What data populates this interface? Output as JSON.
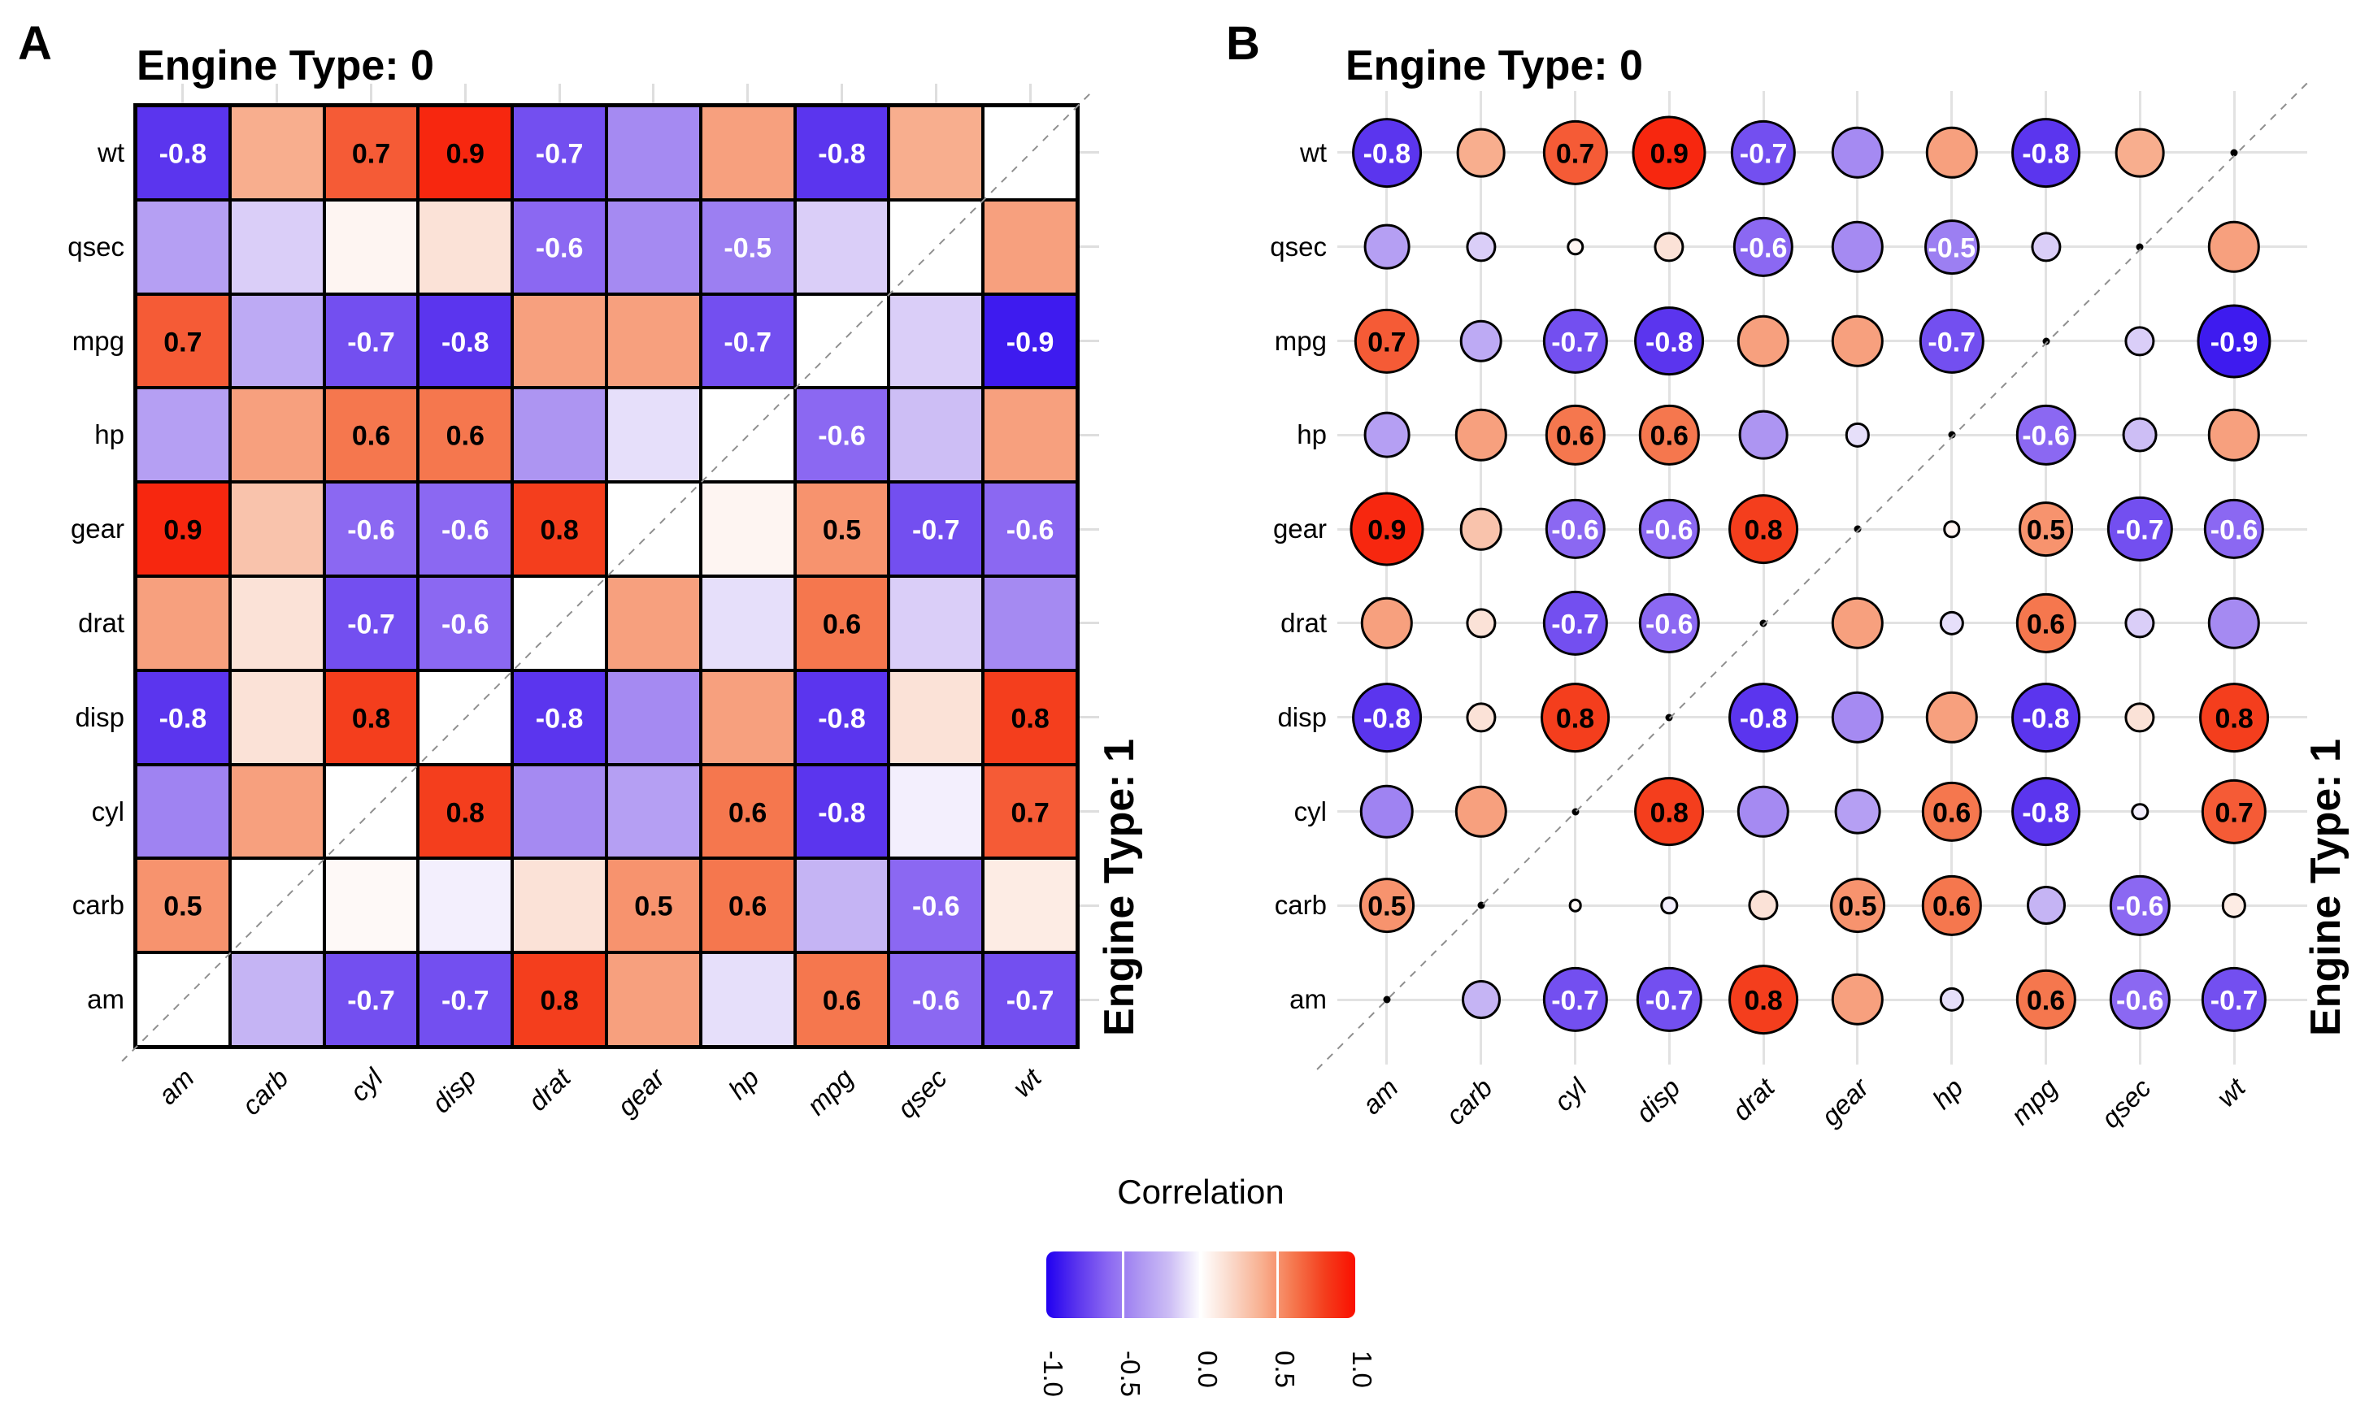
{
  "figure": {
    "panels": [
      {
        "letter": "A",
        "top_strip": "Engine Type: 0",
        "right_strip": "Engine Type: 1"
      },
      {
        "letter": "B",
        "top_strip": "Engine Type: 0",
        "right_strip": "Engine Type: 1"
      }
    ],
    "legend": {
      "title": "Correlation",
      "ticks": [
        "-1.0",
        "-0.5",
        "0.0",
        "0.5",
        "1.0"
      ],
      "range": [
        -1.0,
        1.0
      ]
    },
    "colors": {
      "negative_end": "#2000f0",
      "zero": "#ffffff",
      "positive_end": "#fa0f00",
      "tile_border": "#000000",
      "panel_grid": "#e2e2e2",
      "diagonal_dash": "#8f8f8f"
    }
  },
  "chart_data": [
    {
      "type": "heatmap",
      "panel": "A",
      "mark": "square-tile",
      "title": "Engine Type: 0",
      "right_label": "Engine Type: 1",
      "upper_left_triangle_group": "Engine Type: 0",
      "lower_right_triangle_group": "Engine Type: 1",
      "x_categories": [
        "am",
        "carb",
        "cyl",
        "disp",
        "drat",
        "gear",
        "hp",
        "mpg",
        "qsec",
        "wt"
      ],
      "y_categories_top_to_bottom": [
        "wt",
        "qsec",
        "mpg",
        "hp",
        "gear",
        "drat",
        "disp",
        "cyl",
        "carb",
        "am"
      ],
      "value_range": [
        -1,
        1
      ],
      "label_rule": "correlation value printed when |r| >= 0.5; diagonal blank with dashed line",
      "matrix": [
        [
          -0.8,
          0.4,
          0.7,
          0.9,
          -0.7,
          -0.45,
          0.45,
          -0.8,
          0.4,
          null
        ],
        [
          -0.35,
          -0.15,
          0.05,
          0.15,
          -0.6,
          -0.45,
          -0.5,
          -0.15,
          null,
          0.45
        ],
        [
          0.7,
          -0.3,
          -0.7,
          -0.8,
          0.45,
          0.45,
          -0.7,
          null,
          -0.15,
          -0.9
        ],
        [
          -0.35,
          0.45,
          0.6,
          0.6,
          -0.4,
          -0.1,
          null,
          -0.6,
          -0.2,
          0.45
        ],
        [
          0.9,
          0.3,
          -0.6,
          -0.6,
          0.8,
          null,
          0.05,
          0.5,
          -0.7,
          -0.6
        ],
        [
          0.45,
          0.15,
          -0.7,
          -0.6,
          null,
          0.45,
          -0.1,
          0.6,
          -0.15,
          -0.45
        ],
        [
          -0.8,
          0.15,
          0.8,
          null,
          -0.8,
          -0.45,
          0.45,
          -0.8,
          0.15,
          0.8
        ],
        [
          -0.48,
          0.45,
          null,
          0.8,
          -0.45,
          -0.35,
          0.6,
          -0.8,
          -0.05,
          0.7
        ],
        [
          0.5,
          null,
          0.03,
          -0.05,
          0.15,
          0.5,
          0.6,
          -0.25,
          -0.6,
          0.1
        ],
        [
          null,
          -0.25,
          -0.7,
          -0.7,
          0.8,
          0.45,
          -0.1,
          0.6,
          -0.6,
          -0.7
        ]
      ]
    },
    {
      "type": "heatmap",
      "panel": "B",
      "mark": "circle",
      "title": "Engine Type: 0",
      "right_label": "Engine Type: 1",
      "size_encoding": "circle area proportional to |r|; diagonal drawn as tiny black dot",
      "x_categories": [
        "am",
        "carb",
        "cyl",
        "disp",
        "drat",
        "gear",
        "hp",
        "mpg",
        "qsec",
        "wt"
      ],
      "y_categories_top_to_bottom": [
        "wt",
        "qsec",
        "mpg",
        "hp",
        "gear",
        "drat",
        "disp",
        "cyl",
        "carb",
        "am"
      ],
      "values_same_as_panel": "A"
    }
  ]
}
